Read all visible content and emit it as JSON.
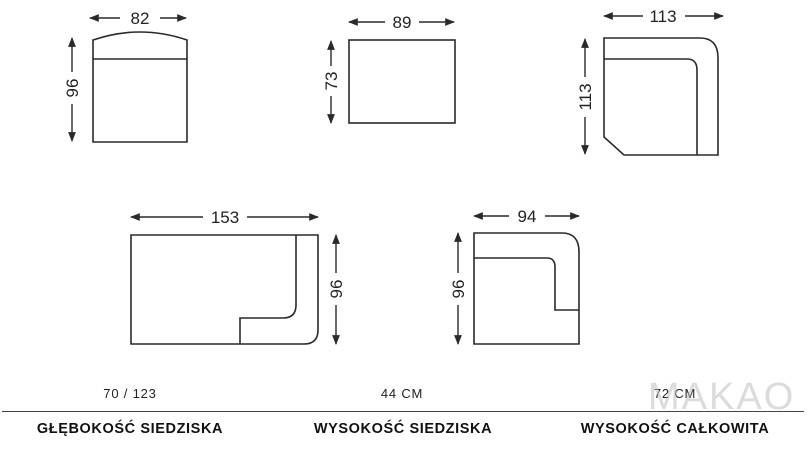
{
  "modules": [
    {
      "id": "module-1",
      "width_label": "82",
      "height_label": "96"
    },
    {
      "id": "module-2",
      "width_label": "89",
      "height_label": "73"
    },
    {
      "id": "module-3",
      "width_label": "113",
      "height_label": "113"
    },
    {
      "id": "module-4",
      "width_label": "153",
      "height_label": "96"
    },
    {
      "id": "module-5",
      "width_label": "94",
      "height_label": "96"
    }
  ],
  "specs": [
    {
      "value": "70 / 123",
      "label": "GŁĘBOKOŚĆ SIEDZISKA"
    },
    {
      "value": "44 CM",
      "label": "WYSOKOŚĆ SIEDZISKA"
    },
    {
      "value": "72 CM",
      "label": "WYSOKOŚĆ CAŁKOWITA"
    }
  ],
  "watermark": "MAKAO",
  "colors": {
    "line": "#2a2a2a",
    "text": "#222222",
    "watermark": "#bebebe"
  }
}
